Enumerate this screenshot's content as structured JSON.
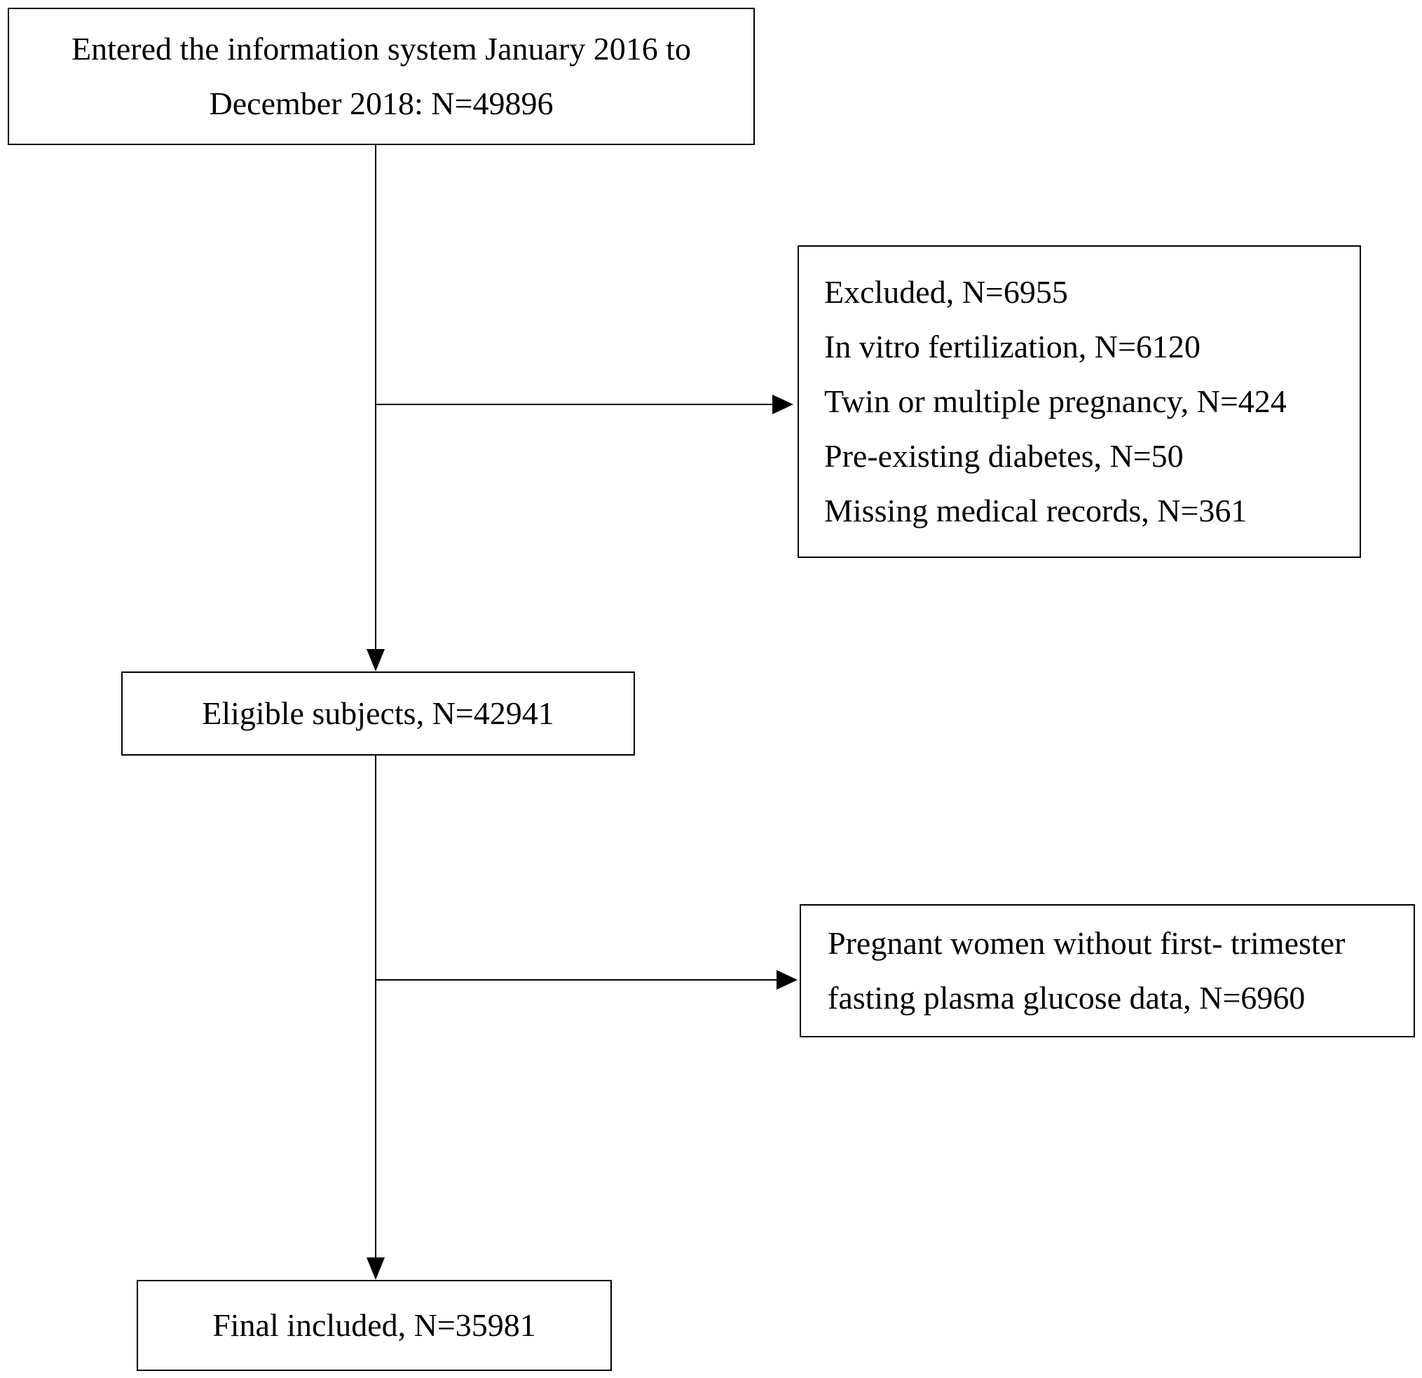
{
  "flowchart": {
    "start": {
      "lines": [
        "Entered the information system January 2016 to",
        "December 2018: N=49896"
      ]
    },
    "exclusion_1": {
      "lines": [
        "Excluded, N=6955",
        "In vitro fertilization, N=6120",
        "Twin or multiple pregnancy, N=424",
        "Pre-existing diabetes, N=50",
        "Missing medical records, N=361"
      ]
    },
    "eligible": {
      "lines": [
        "Eligible subjects, N=42941"
      ]
    },
    "exclusion_2": {
      "lines": [
        "Pregnant women without first- trimester",
        "fasting plasma glucose data, N=6960"
      ]
    },
    "final": {
      "lines": [
        "Final included, N=35981"
      ]
    }
  },
  "colors": {
    "stroke": "#000000",
    "background": "#ffffff"
  }
}
